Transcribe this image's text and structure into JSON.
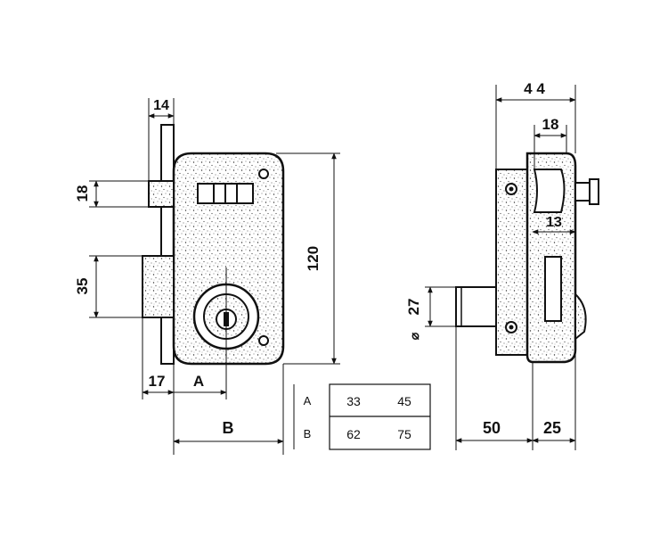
{
  "front_view": {
    "dim_14": "14",
    "dim_18": "18",
    "dim_35": "35",
    "dim_120": "120",
    "dim_17": "17",
    "label_A": "A",
    "label_B": "B"
  },
  "side_view": {
    "dim_44": "4 4",
    "dim_18": "18",
    "dim_13": "13",
    "dim_27": "27",
    "diameter_symbol": "⌀",
    "dim_50": "50",
    "dim_25": "25"
  },
  "table": {
    "rows": [
      {
        "label": "A",
        "values": [
          "33",
          "45"
        ]
      },
      {
        "label": "B",
        "values": [
          "62",
          "75"
        ]
      }
    ]
  },
  "colors": {
    "ink": "#111111",
    "paper": "#ffffff"
  }
}
